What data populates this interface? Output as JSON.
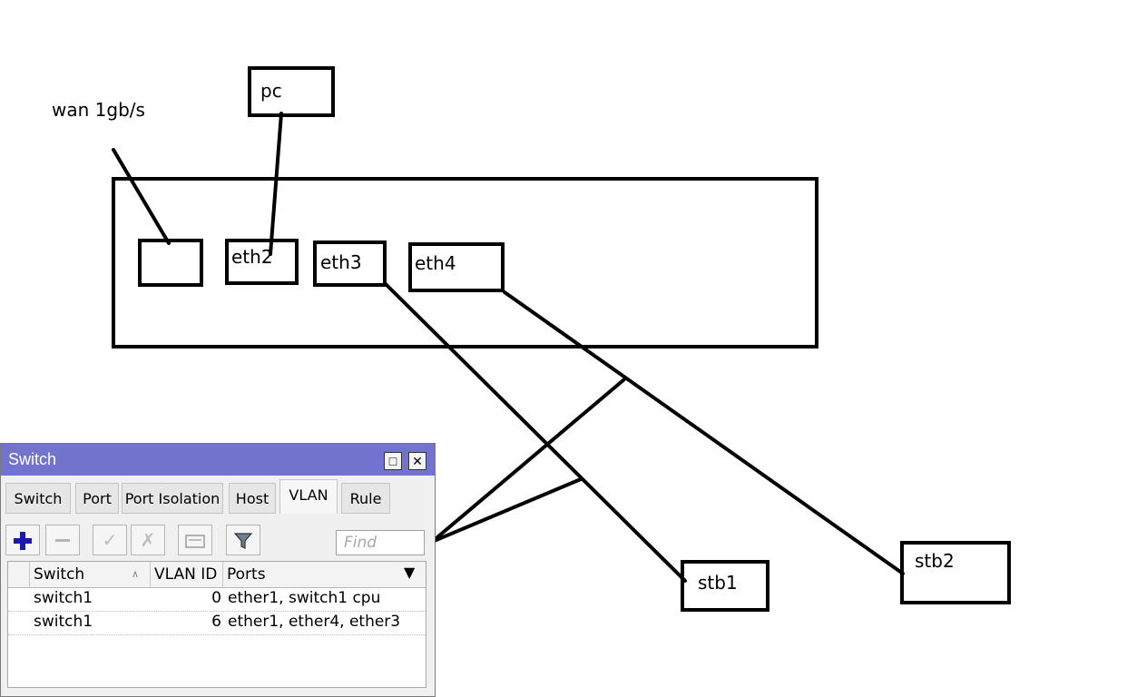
{
  "diagram": {
    "wan_label": "wan 1gb/s",
    "pc_label": "pc",
    "ports": [
      "eth2",
      "eth3",
      "eth4"
    ],
    "stb1_label": "stb1",
    "stb2_label": "stb2"
  },
  "window": {
    "title": "Switch",
    "tabs": [
      "Switch",
      "Port",
      "Port Isolation",
      "Host",
      "VLAN",
      "Rule"
    ],
    "active_tab": "VLAN",
    "find_placeholder": "Find",
    "columns": [
      "Switch",
      "VLAN ID",
      "Ports"
    ],
    "rows": [
      {
        "switch": "switch1",
        "vlan_id": "0",
        "ports": "ether1, switch1 cpu"
      },
      {
        "switch": "switch1",
        "vlan_id": "6",
        "ports": "ether1, ether4, ether3"
      }
    ]
  }
}
